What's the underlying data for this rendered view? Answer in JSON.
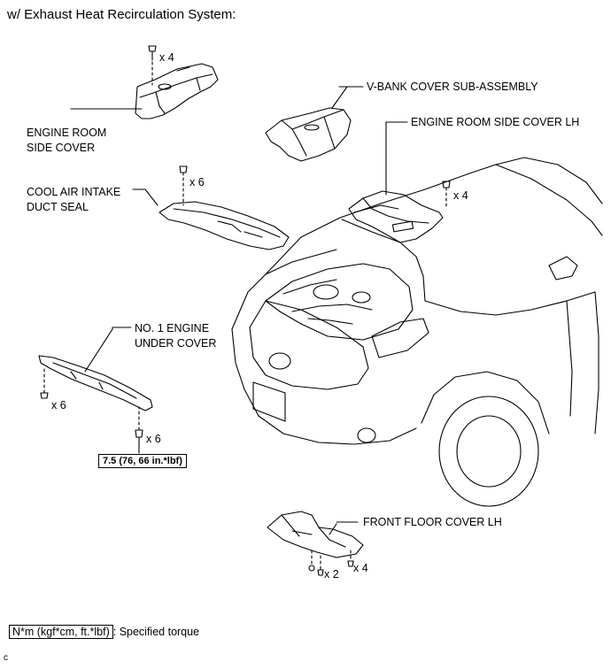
{
  "title": "w/ Exhaust Heat Recirculation System:",
  "labels": {
    "engine_room_side_cover_line1": "ENGINE ROOM",
    "engine_room_side_cover_line2": "SIDE COVER",
    "v_bank_cover": "V-BANK COVER SUB-ASSEMBLY",
    "engine_room_side_cover_lh": "ENGINE ROOM SIDE COVER LH",
    "cool_air_intake_line1": "COOL AIR INTAKE",
    "cool_air_intake_line2": "DUCT SEAL",
    "no1_under_cover_line1": "NO. 1 ENGINE",
    "no1_under_cover_line2": "UNDER COVER",
    "front_floor_cover_lh": "FRONT FLOOR COVER LH"
  },
  "quantities": {
    "side_cover_clips": "x 4",
    "intake_seal_clips": "x 6",
    "side_cover_lh_clips": "x 4",
    "under_cover_left_clips": "x 6",
    "under_cover_bolts": "x 6",
    "floor_cover_nuts": "x 2",
    "floor_cover_clips": "x 4"
  },
  "torque": "7.5 (76, 66 in.*lbf)",
  "legend": {
    "unit": "N*m (kgf*cm, ft.*lbf)",
    "desc": ": Specified torque"
  },
  "corner_mark": "c"
}
